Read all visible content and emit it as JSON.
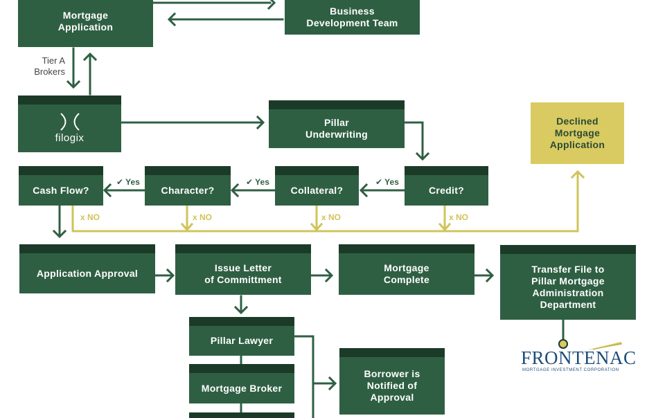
{
  "boxes": {
    "mortgage_application": "Mortgage\nApplication",
    "business_development": "Business\nDevelopment Team",
    "filogix": "filogix",
    "pillar_underwriting": "Pillar\nUnderwriting",
    "declined": "Declined\nMortgage\nApplication",
    "cash_flow": "Cash Flow?",
    "character": "Character?",
    "collateral": "Collateral?",
    "credit": "Credit?",
    "application_approval": "Application Approval",
    "issue_letter": "Issue Letter\nof Committment",
    "mortgage_complete": "Mortgage\nComplete",
    "transfer_file": "Transfer File to\nPillar Mortgage\nAdministration\nDepartment",
    "pillar_lawyer": "Pillar Lawyer",
    "mortgage_broker": "Mortgage Broker",
    "borrower_notified": "Borrower is\nNotified of\nApproval"
  },
  "labels": {
    "tier_a_brokers": "Tier A\nBrokers",
    "yes": "✔ Yes",
    "no": "x NO"
  },
  "logos": {
    "frontenac_word": "FRONTENAC",
    "frontenac_sub": "MORTGAGE INVESTMENT CORPORATION"
  },
  "colors": {
    "box_green": "#2f5f43",
    "box_header": "#1b3b28",
    "declined_yellow": "#d9cb61",
    "no_path_yellow": "#cfc45a",
    "frontenac_blue": "#1d4d7a"
  }
}
